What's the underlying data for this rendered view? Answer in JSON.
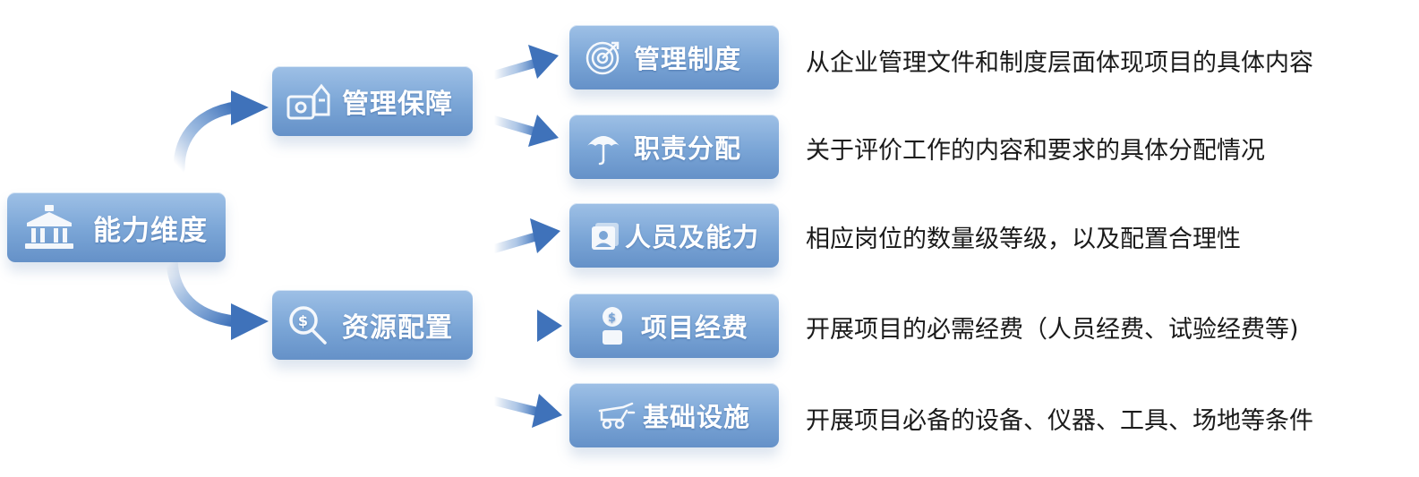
{
  "colors": {
    "box_top": "#9ec0e6",
    "box_bottom": "#6591c8",
    "arrow": "#4f7fc1",
    "text": "#1a1a1a"
  },
  "root": {
    "label": "能力维度",
    "icon": "bank-icon"
  },
  "branches": [
    {
      "label": "管理保障",
      "icon": "safe-icon",
      "children": [
        {
          "label": "管理制度",
          "icon": "target-icon",
          "description": "从企业管理文件和制度层面体现项目的具体内容"
        },
        {
          "label": "职责分配",
          "icon": "umbrella-icon",
          "description": "关于评价工作的内容和要求的具体分配情况"
        }
      ]
    },
    {
      "label": "资源配置",
      "icon": "magnifier-coin-icon",
      "children": [
        {
          "label": "人员及能力",
          "icon": "id-card-icon",
          "description": "相应岗位的数量级等级，以及配置合理性"
        },
        {
          "label": "项目经费",
          "icon": "money-icon",
          "description": "开展项目的必需经费（人员经费、试验经费等)"
        },
        {
          "label": "基础设施",
          "icon": "equipment-icon",
          "description": "开展项目必备的设备、仪器、工具、场地等条件"
        }
      ]
    }
  ]
}
